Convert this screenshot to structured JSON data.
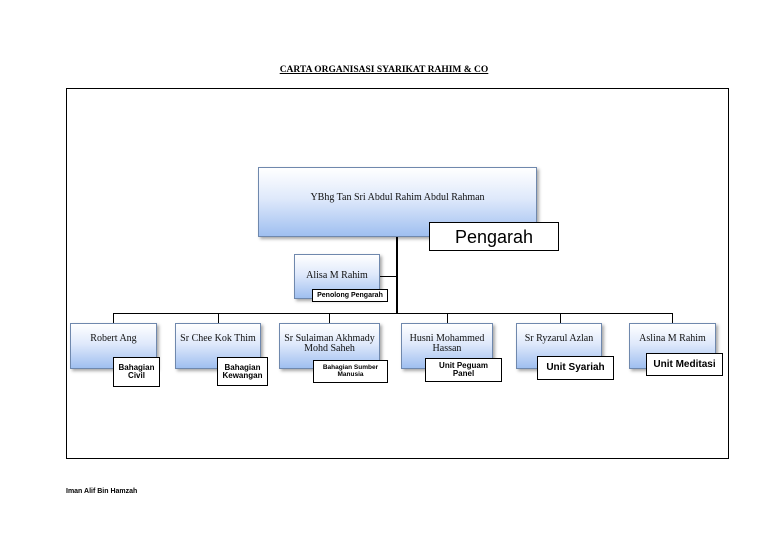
{
  "title": "CARTA ORGANISASI SYARIKAT RAHIM & CO",
  "chart": {
    "director": {
      "name": "YBhg Tan Sri Abdul Rahim Abdul Rahman",
      "role": "Pengarah"
    },
    "assistant": {
      "name": "Alisa M Rahim",
      "role": "Penolong Pengarah"
    },
    "departments": [
      {
        "name": "Robert Ang",
        "role": "Bahagian Civil"
      },
      {
        "name": "Sr Chee Kok Thim",
        "role": "Bahagian Kewangan"
      },
      {
        "name": "Sr Sulaiman Akhmady Mohd Saheh",
        "role": "Bahagian Sumber Manusia"
      },
      {
        "name": "Husni Mohammed Hassan",
        "role": "Unit Peguam Panel"
      },
      {
        "name": "Sr Ryzarul Azlan",
        "role": "Unit Syariah"
      },
      {
        "name": "Aslina M Rahim",
        "role": "Unit Meditasi"
      }
    ]
  },
  "footer": {
    "author": "Iman Alif Bin Hamzah"
  }
}
